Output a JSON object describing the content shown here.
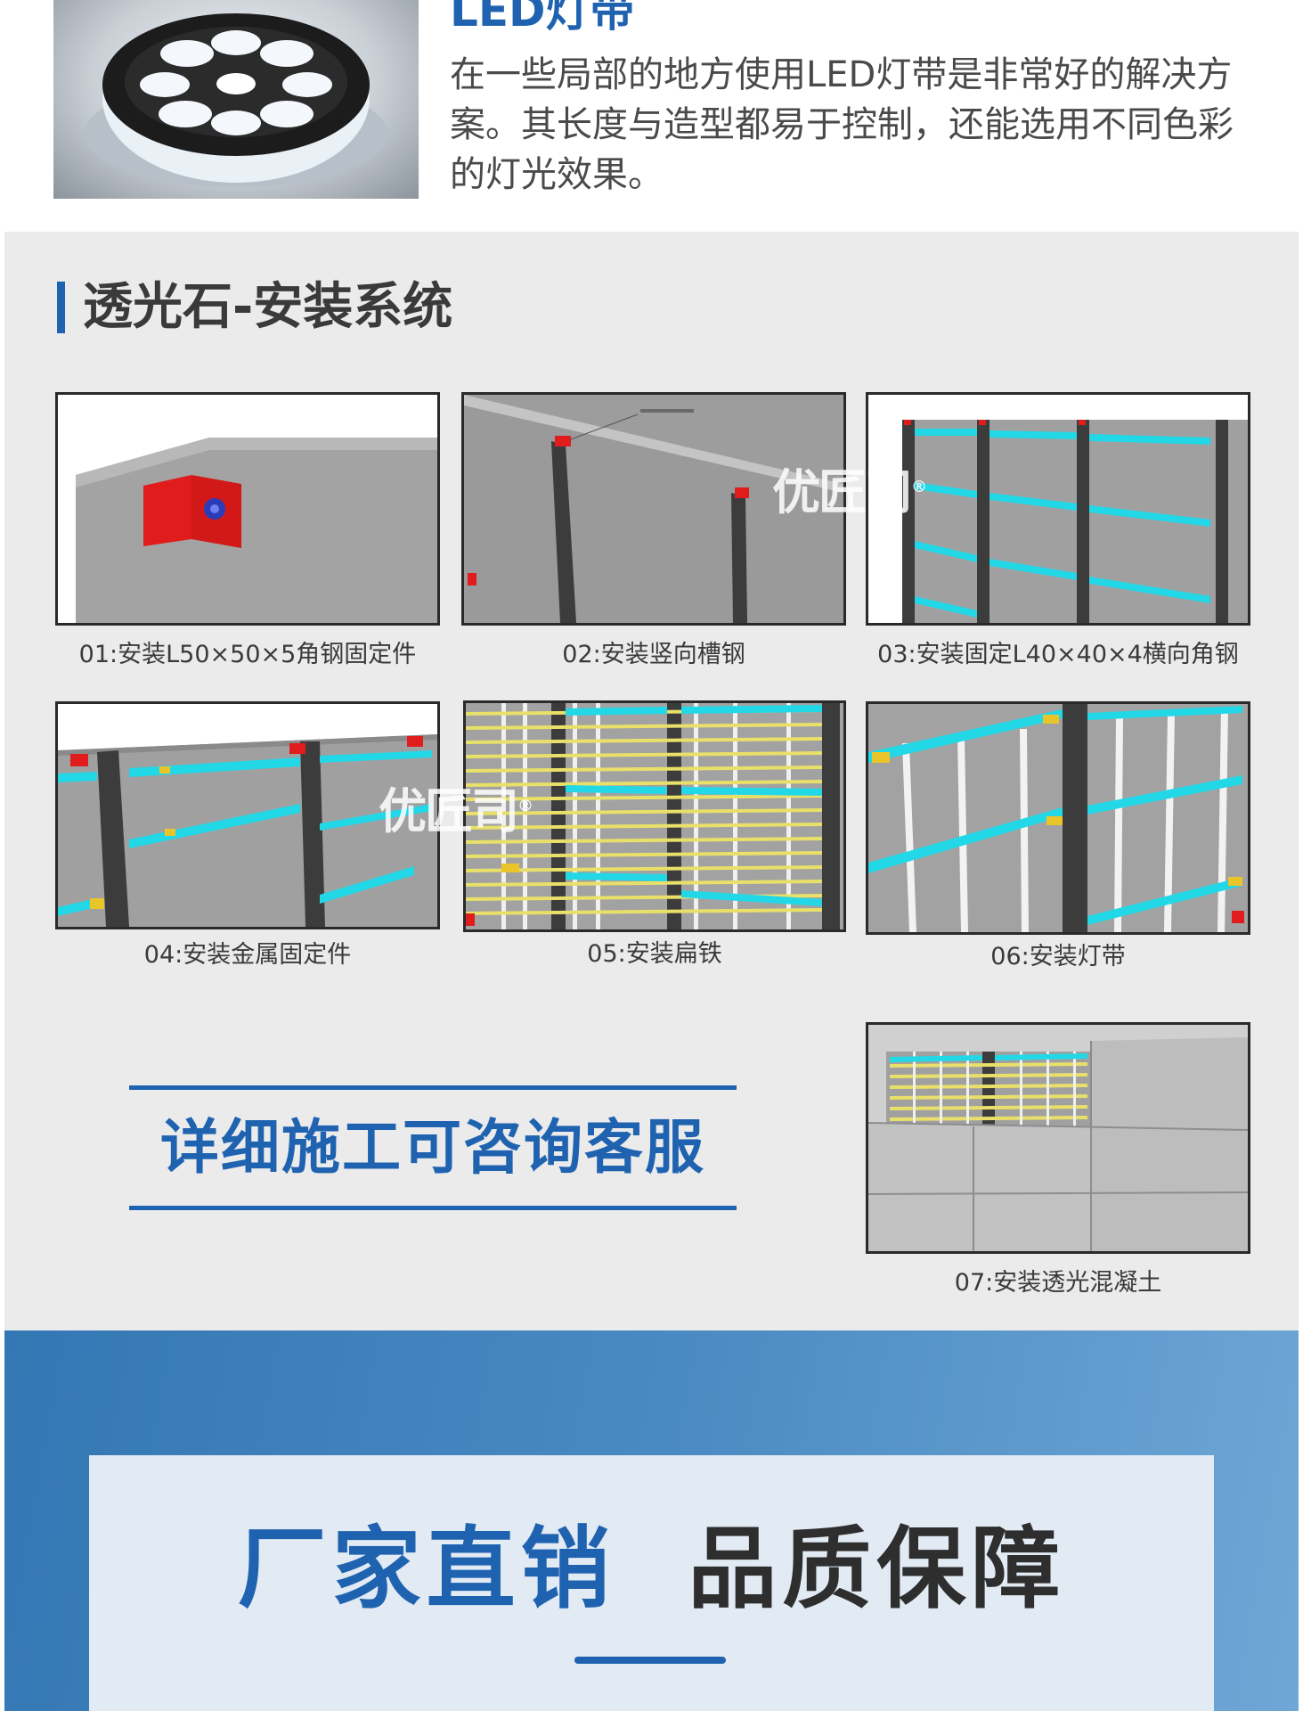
{
  "led": {
    "title": "LED灯带",
    "description": "在一些局部的地方使用LED灯带是非常好的解决方案。其长度与造型都易于控制，还能选用不同色彩的灯光效果。"
  },
  "install": {
    "section_title": "透光石-安装系统",
    "steps": [
      {
        "caption": "01:安装L50×50×5角钢固定件"
      },
      {
        "caption": "02:安装竖向槽钢"
      },
      {
        "caption": "03:安装固定L40×40×4横向角钢"
      },
      {
        "caption": "04:安装金属固定件"
      },
      {
        "caption": "05:安装扁铁"
      },
      {
        "caption": "06:安装灯带"
      },
      {
        "caption": "07:安装透光混凝土"
      }
    ],
    "consult_text": "详细施工可咨询客服",
    "watermark": "优匠司",
    "watermark_mark": "®"
  },
  "banner": {
    "title_blue": "厂家直销",
    "title_dark": "品质保障"
  },
  "colors": {
    "brand_blue": "#1f63b0",
    "steel": "#3c3c3c",
    "cyan_angle": "#23d8e6",
    "yellow_bar": "#e9e06a",
    "red_bracket": "#e01c1c"
  }
}
